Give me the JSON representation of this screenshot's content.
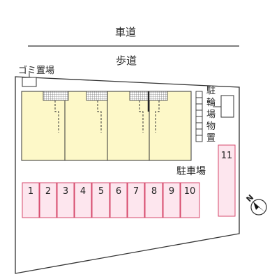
{
  "labels": {
    "road": "車道",
    "sidewalk": "歩道",
    "garbage": "ゴミ置場",
    "bike_parking": [
      "駐",
      "輪",
      "場"
    ],
    "storage": [
      "物",
      "置"
    ],
    "parking": "駐車場"
  },
  "parking_spaces": [
    "1",
    "2",
    "3",
    "4",
    "5",
    "6",
    "7",
    "8",
    "9",
    "10",
    "11"
  ],
  "compass": {
    "label": "N"
  },
  "colors": {
    "building": "#fdf8c8",
    "parking": "#fde6ee",
    "parking_border": "#d64a6c",
    "lot_fill": "#ffffff",
    "line": "#333333"
  }
}
